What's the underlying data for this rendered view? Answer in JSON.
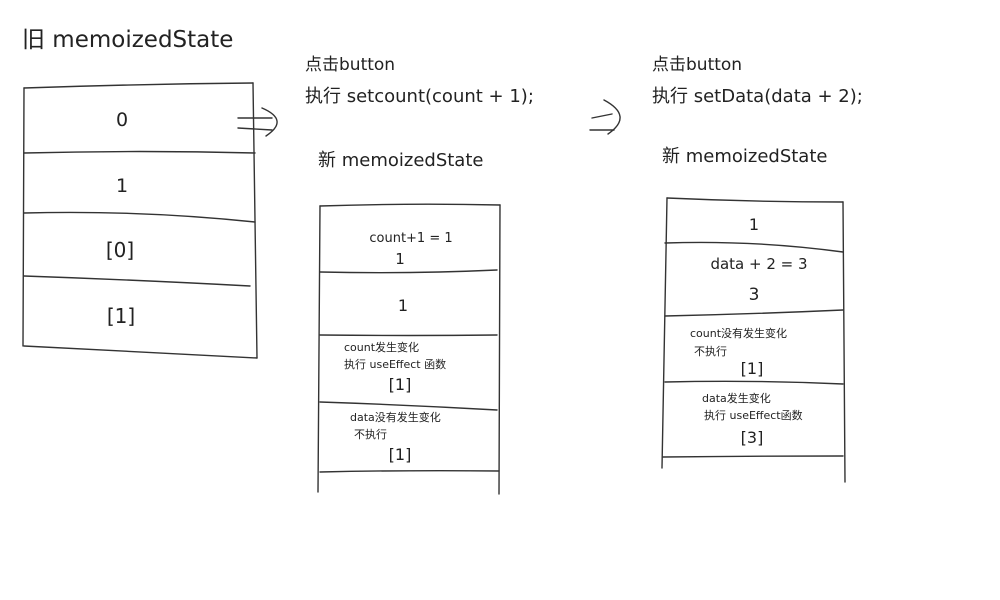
{
  "old_state": {
    "title": "旧 memoizedState",
    "cells": [
      "0",
      "1",
      "[0]",
      "[1]"
    ]
  },
  "step1": {
    "line1": "点击button",
    "line2": "执行 setcount(count + 1);",
    "new_title": "新 memoizedState",
    "cell1_formula": "count+1 = 1",
    "cell1_value": "1",
    "cell2_value": "1",
    "cell3_note1": "count发生变化",
    "cell3_note2": "执行 useEffect 函数",
    "cell3_value": "[1]",
    "cell4_note1": "data没有发生变化",
    "cell4_note2": "不执行",
    "cell4_value": "[1]"
  },
  "step2": {
    "line1": "点击button",
    "line2": "执行 setData(data + 2);",
    "new_title": "新 memoizedState",
    "cell1_value": "1",
    "cell2_formula": "data + 2 = 3",
    "cell2_value": "3",
    "cell3_note1": "count没有发生变化",
    "cell3_note2": "不执行",
    "cell3_value": "[1]",
    "cell4_note1": "data发生变化",
    "cell4_note2": "执行 useEffect函数",
    "cell4_value": "[3]"
  },
  "colors": {
    "ink": "#222222",
    "background": "#ffffff"
  }
}
